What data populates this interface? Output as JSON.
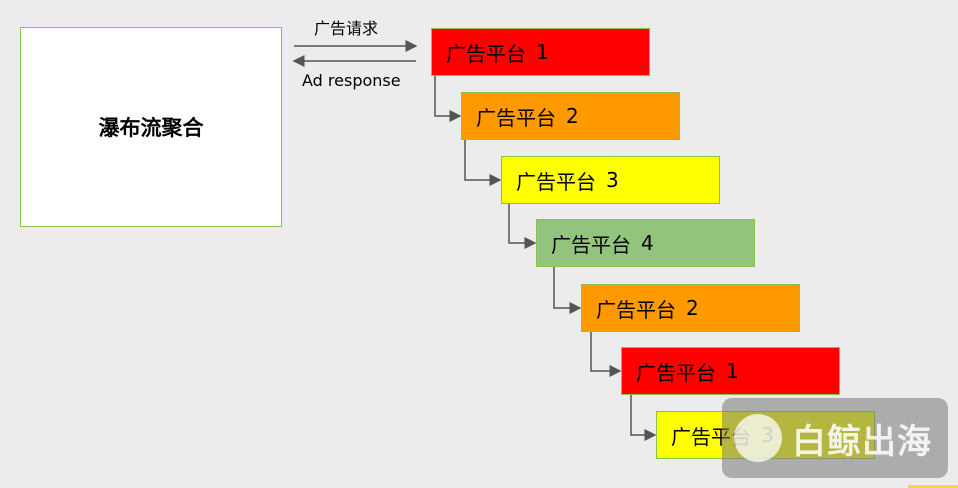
{
  "aggregator": {
    "label": "瀑布流聚合"
  },
  "request": {
    "label": "广告请求"
  },
  "response": {
    "label": "Ad  response"
  },
  "platforms": [
    {
      "name": "广告平台",
      "num": "1",
      "color": "#ff0000"
    },
    {
      "name": "广告平台",
      "num": "2",
      "color": "#ff9900"
    },
    {
      "name": "广告平台",
      "num": "3",
      "color": "#ffff00"
    },
    {
      "name": "广告平台",
      "num": "4",
      "color": "#93c47d"
    },
    {
      "name": "广告平台",
      "num": "2",
      "color": "#ff9900"
    },
    {
      "name": "广告平台",
      "num": "1",
      "color": "#ff0000"
    },
    {
      "name": "广告平台",
      "num": "3",
      "color": "#ffff00"
    }
  ],
  "watermark": {
    "text": "白鲸出海"
  }
}
